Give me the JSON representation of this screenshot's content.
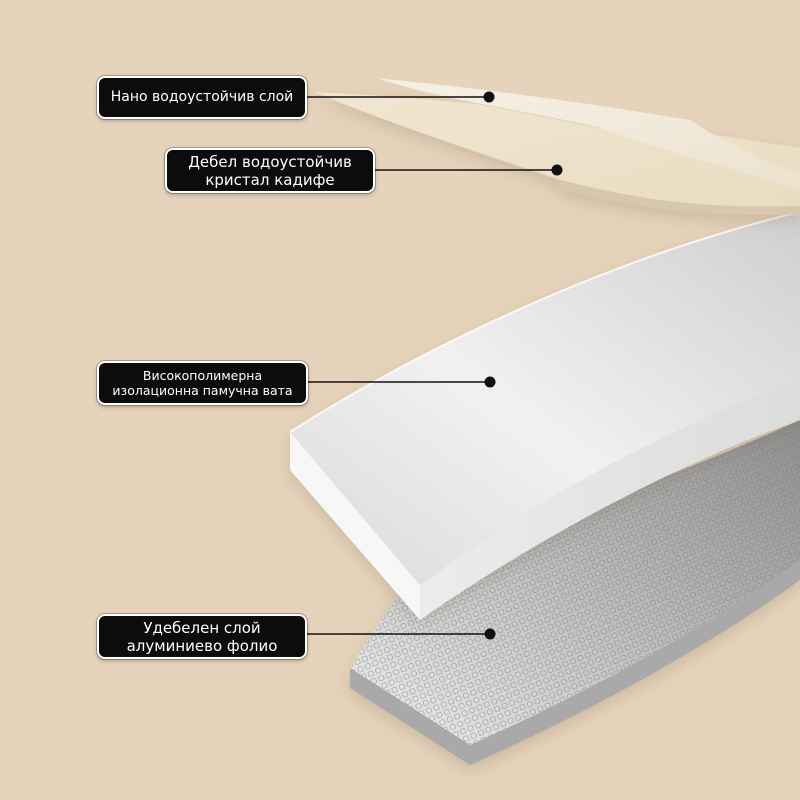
{
  "colors": {
    "background": "#e6d3bb",
    "callout_fill": "#0c0c0c",
    "callout_border": "#ffffff",
    "callout_text": "#ffffff"
  },
  "layers": [
    {
      "name": "nano-waterproof-layer",
      "color": "#f3ebdc"
    },
    {
      "name": "velvet-layer",
      "color": "#efe2c9"
    },
    {
      "name": "cotton-layer",
      "color": "#f4f4f4"
    },
    {
      "name": "aluminum-foil-layer",
      "color": "#d9d9d9"
    }
  ],
  "callouts": {
    "nano_layer": {
      "line1": "Нано водоустойчив слой"
    },
    "velvet": {
      "line1": "Дебел водоустойчив",
      "line2": "кристал кадифе"
    },
    "cotton": {
      "line1": "Високополимерна",
      "line2": "изолационна памучна вата"
    },
    "foil": {
      "line1": "Удебелен слой",
      "line2": "алуминиево фолио"
    }
  }
}
